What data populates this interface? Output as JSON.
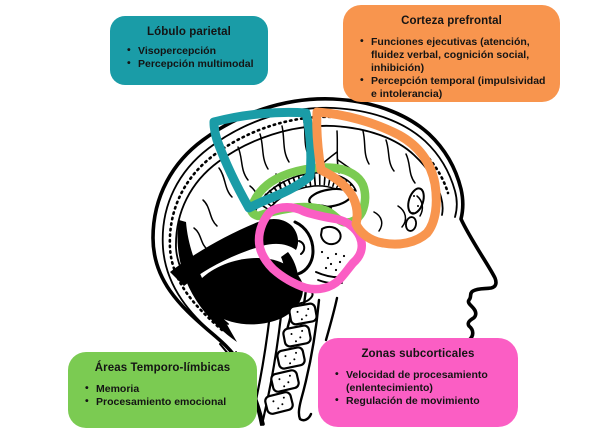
{
  "diagram": {
    "title": "Brain regions and cognitive functions (Spanish)",
    "background": "#ffffff",
    "ink_color": "#000000",
    "illustration": "sagittal-head-with-brain"
  },
  "boxes": {
    "parietal": {
      "title": "Lóbulo parietal",
      "bullets": [
        "Visopercepción",
        "Percepción multimodal"
      ],
      "color": "#1A9CA7"
    },
    "prefrontal": {
      "title": "Corteza prefrontal",
      "bullets": [
        "Funciones ejecutivas (atención, fluidez verbal, cognición social, inhibición)",
        "Percepción temporal (impulsividad e intolerancia)"
      ],
      "color": "#F8954E"
    },
    "temporolimbic": {
      "title": "Áreas Temporo-límbicas",
      "bullets": [
        "Memoria",
        "Procesamiento emocional"
      ],
      "color": "#7BCB52"
    },
    "subcortical": {
      "title": "Zonas subcorticales",
      "bullets": [
        "Velocidad de procesamiento (enlentecimiento)",
        "Regulación de movimiento"
      ],
      "color": "#FB5EC4"
    }
  }
}
